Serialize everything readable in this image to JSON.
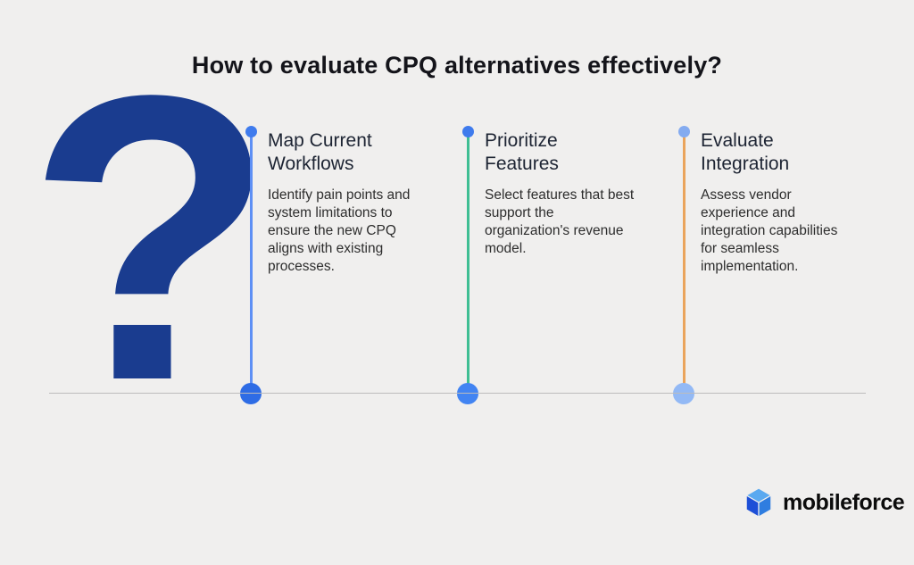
{
  "page": {
    "bg_color": "#f0efee"
  },
  "title": "How to evaluate CPQ alternatives effectively?",
  "question_mark": {
    "glyph": "?",
    "color": "#1a3c8f"
  },
  "timeline": {
    "baseline_color": "#bdbcbc"
  },
  "columns": [
    {
      "heading": "Map Current Workflows",
      "body": "Identify pain points and system limitations to ensure the new CPQ aligns with existing processes.",
      "line_color": "#5e90f5",
      "top_dot_color": "#3f7bed",
      "bottom_dot_color": "#2e6ce5"
    },
    {
      "heading": "Prioritize Features",
      "body": "Select features that best support the organization's revenue model.",
      "line_color": "#3fbe93",
      "top_dot_color": "#3f7bed",
      "bottom_dot_color": "#4284f2"
    },
    {
      "heading": "Evaluate Integration",
      "body": "Assess vendor experience and integration capabilities for seamless implementation.",
      "line_color": "#eaa45c",
      "top_dot_color": "#84abf0",
      "bottom_dot_color": "#93b9f5"
    }
  ],
  "logo": {
    "text": "mobileforce",
    "icon": "hexagon-cube-icon",
    "icon_colors": [
      "#5aa9f0",
      "#1d4fd7",
      "#2f7de0"
    ]
  }
}
